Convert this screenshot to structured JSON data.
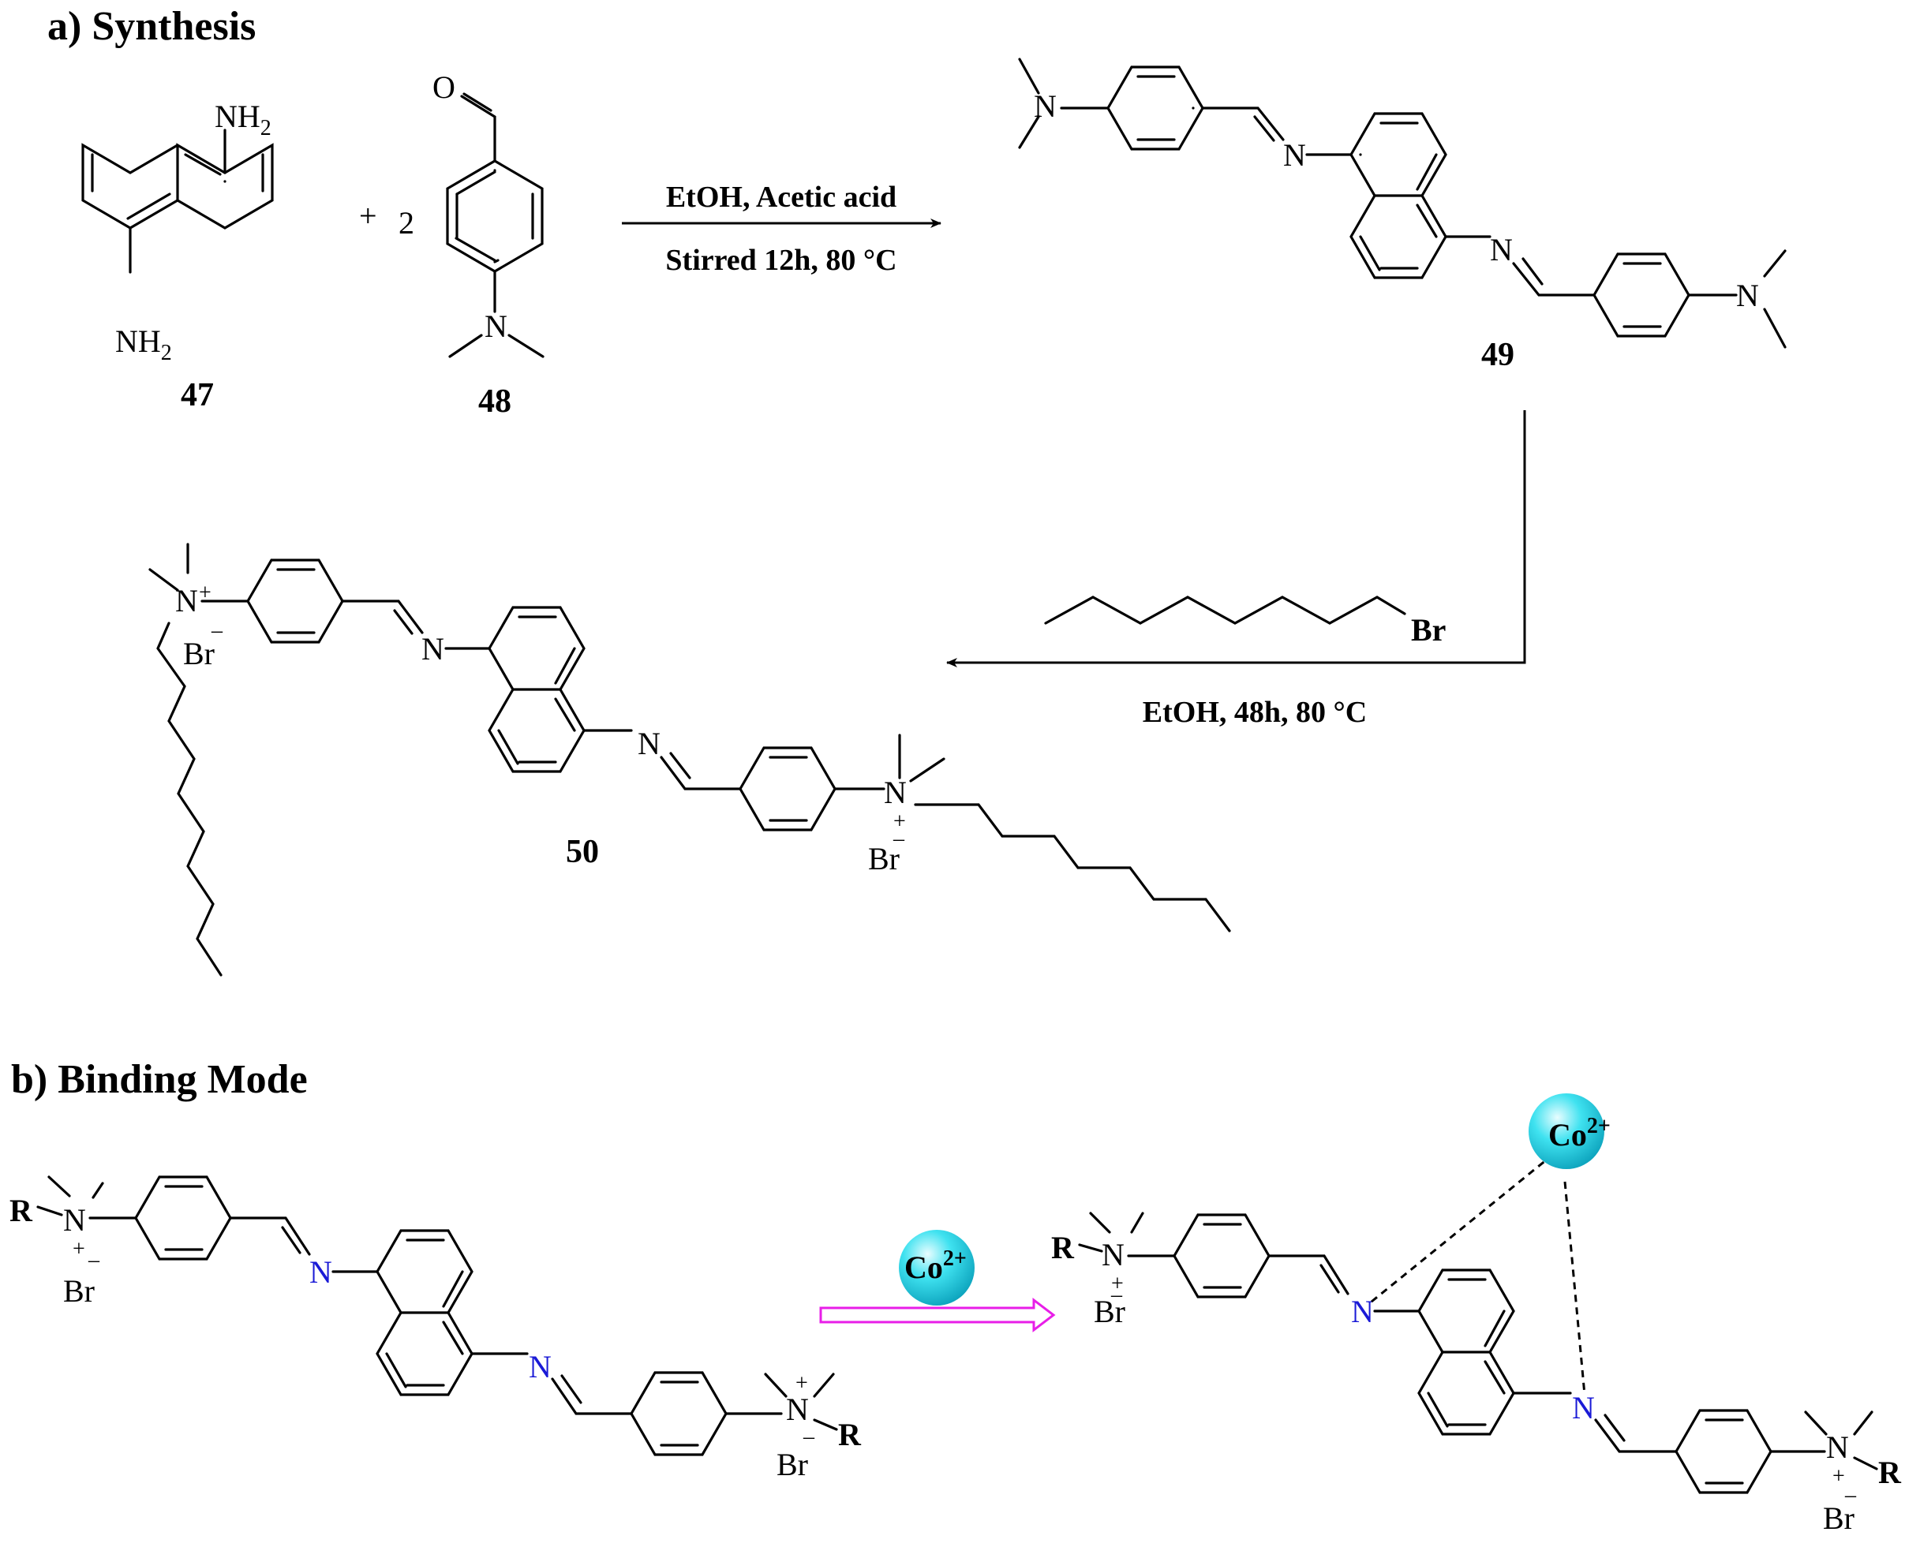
{
  "sections": {
    "a": "a) Synthesis",
    "b": "b) Binding Mode"
  },
  "compounds": {
    "c47": "47",
    "c48": "48",
    "c49": "49",
    "c50": "50"
  },
  "reaction1": {
    "plus": "+",
    "equiv": "2",
    "conditions_top": "EtOH, Acetic acid",
    "conditions_bottom": "Stirred 12h, 80 °C"
  },
  "reaction2": {
    "reagent_atom": "Br",
    "conditions": "EtOH, 48h, 80 °C"
  },
  "binding": {
    "metal": "Co",
    "metal_charge": "2+"
  },
  "atoms": {
    "N": "N",
    "NH": "NH",
    "H2sub": "2",
    "O": "O",
    "Br": "Br",
    "R": "R",
    "plus": "+",
    "minus": "–"
  },
  "colors": {
    "imine_N": "#1a1ad6",
    "metal_sphere": "#22d3e6",
    "arrow_outline": "#e81ee8"
  },
  "icons": {
    "reaction_arrow": "arrow-right-icon",
    "reverse_arrow": "arrow-left-icon",
    "binding_arrow": "hollow-arrow-icon",
    "metal_ion": "sphere-icon"
  }
}
